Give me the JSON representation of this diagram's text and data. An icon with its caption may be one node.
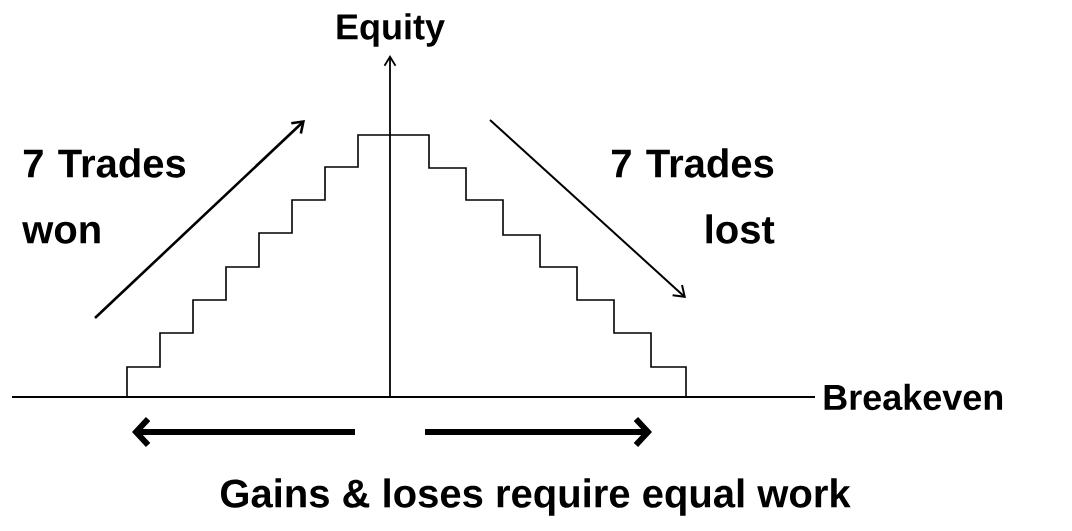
{
  "diagram": {
    "labels": [
      "Equity",
      "7 Trades won",
      "7 Trades lost",
      "Breakeven",
      "Gains & loses require equal work"
    ]
  }
}
